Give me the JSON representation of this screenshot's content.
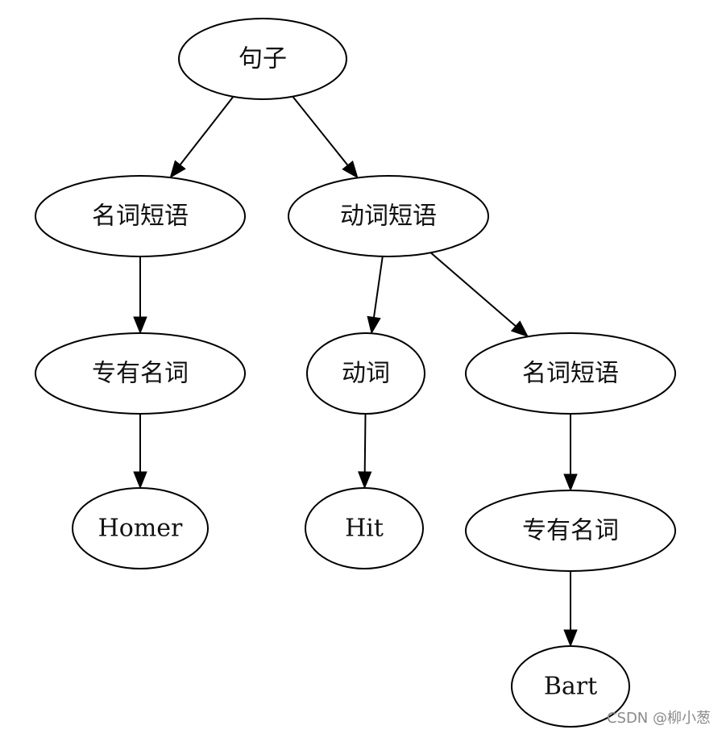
{
  "diagram": {
    "nodes": [
      {
        "id": "sentence",
        "label": "句子"
      },
      {
        "id": "np1",
        "label": "名词短语"
      },
      {
        "id": "vp",
        "label": "动词短语"
      },
      {
        "id": "propn1",
        "label": "专有名词"
      },
      {
        "id": "verb",
        "label": "动词"
      },
      {
        "id": "np2",
        "label": "名词短语"
      },
      {
        "id": "homer",
        "label": "Homer"
      },
      {
        "id": "hit",
        "label": "Hit"
      },
      {
        "id": "propn2",
        "label": "专有名词"
      },
      {
        "id": "bart",
        "label": "Bart"
      }
    ],
    "edges": [
      {
        "from": "sentence",
        "to": "np1"
      },
      {
        "from": "sentence",
        "to": "vp"
      },
      {
        "from": "np1",
        "to": "propn1"
      },
      {
        "from": "propn1",
        "to": "homer"
      },
      {
        "from": "vp",
        "to": "verb"
      },
      {
        "from": "vp",
        "to": "np2"
      },
      {
        "from": "verb",
        "to": "hit"
      },
      {
        "from": "np2",
        "to": "propn2"
      },
      {
        "from": "propn2",
        "to": "bart"
      }
    ]
  },
  "watermark": "CSDN @柳小葱"
}
